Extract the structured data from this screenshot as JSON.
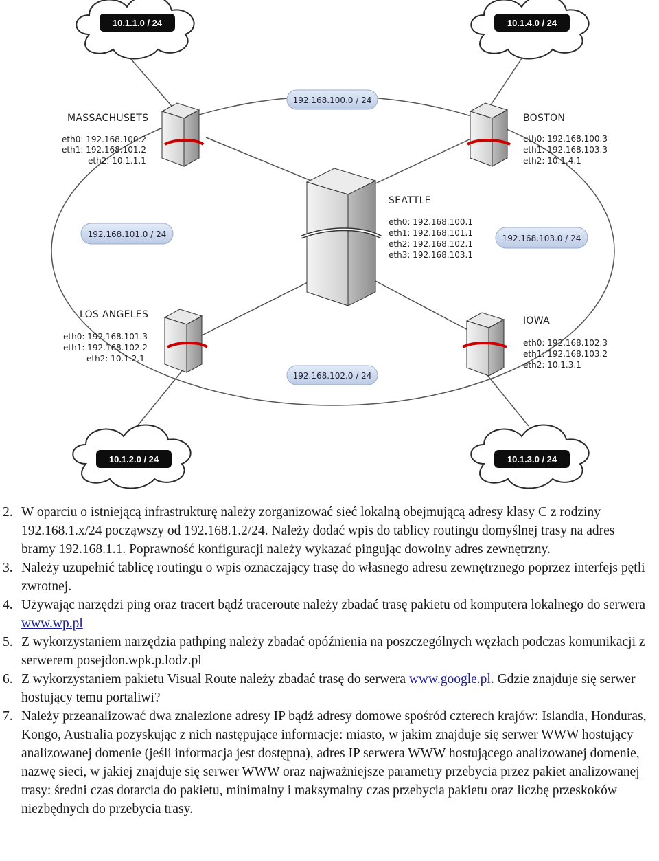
{
  "diagram": {
    "clouds": {
      "top_left": "10.1.1.0 / 24",
      "top_right": "10.1.4.0 / 24",
      "bottom_left": "10.1.2.0 / 24",
      "bottom_right": "10.1.3.0 / 24"
    },
    "subnets": {
      "top": "192.168.100.0 / 24",
      "left": "192.168.101.0 / 24",
      "right": "192.168.103.0 / 24",
      "bottom": "192.168.102.0 / 24"
    },
    "routers": {
      "massachusets": {
        "name": "MASSACHUSETS",
        "eth0": "eth0: 192.168.100.2",
        "eth1": "eth1: 192.168.101.2",
        "eth2": "eth2: 10.1.1.1"
      },
      "boston": {
        "name": "BOSTON",
        "eth0": "eth0: 192.168.100.3",
        "eth1": "eth1: 192.168.103.3",
        "eth2": "eth2: 10.1.4.1"
      },
      "seattle": {
        "name": "SEATTLE",
        "eth0": "eth0: 192.168.100.1",
        "eth1": "eth1: 192.168.101.1",
        "eth2": "eth2: 192.168.102.1",
        "eth3": "eth3: 192.168.103.1"
      },
      "los_angeles": {
        "name": "LOS ANGELES",
        "eth0": "eth0: 192.168.101.3",
        "eth1": "eth1: 192.168.102.2",
        "eth2": "eth2: 10.1.2.1"
      },
      "iowa": {
        "name": "IOWA",
        "eth0": "eth0: 192.168.102.3",
        "eth1": "eth1: 192.168.103.2",
        "eth2": "eth2: 10.1.3.1"
      }
    }
  },
  "tasks": [
    {
      "num": "2.",
      "text": "W oparciu o istniejącą infrastrukturę należy zorganizować sieć lokalną obejmującą adresy klasy C z rodziny 192.168.1.x/24 począwszy od 192.168.1.2/24. Należy dodać wpis do tablicy routingu domyślnej trasy na adres bramy 192.168.1.1. Poprawność konfiguracji należy wykazać pingując dowolny adres zewnętrzny."
    },
    {
      "num": "3.",
      "text": "Należy uzupełnić tablicę routingu o wpis oznaczający trasę do własnego adresu zewnętrznego poprzez interfejs pętli zwrotnej."
    },
    {
      "num": "4.",
      "text": "Używając narzędzi ping oraz tracert bądź traceroute należy zbadać trasę pakietu od komputera lokalnego do serwera ",
      "link": "www.wp.pl",
      "after": ""
    },
    {
      "num": "5.",
      "text": "Z wykorzystaniem narzędzia pathping należy zbadać opóźnienia na poszczególnych węzłach podczas komunikacji z serwerem posejdon.wpk.p.lodz.pl"
    },
    {
      "num": "6.",
      "text": "Z wykorzystaniem pakietu Visual Route należy zbadać trasę do serwera ",
      "link": "www.google.pl",
      "after": ". Gdzie znajduje się serwer hostujący temu portaliwi?"
    },
    {
      "num": "7.",
      "text": "Należy przeanalizować dwa znalezione adresy IP bądź adresy domowe spośród czterech krajów: Islandia, Honduras, Kongo, Australia pozyskując z nich następujące informacje: miasto, w jakim znajduje się serwer WWW hostujący analizowanej domenie (jeśli informacja jest dostępna), adres IP serwera WWW hostującego analizowanej domenie, nazwę sieci, w jakiej znajduje się serwer WWW oraz najważniejsze parametry przebycia przez pakiet analizowanej trasy: średni czas dotarcia do pakietu, minimalny i maksymalny czas przebycia pakietu oraz liczbę przeskoków niezbędnych do przebycia trasy."
    }
  ]
}
